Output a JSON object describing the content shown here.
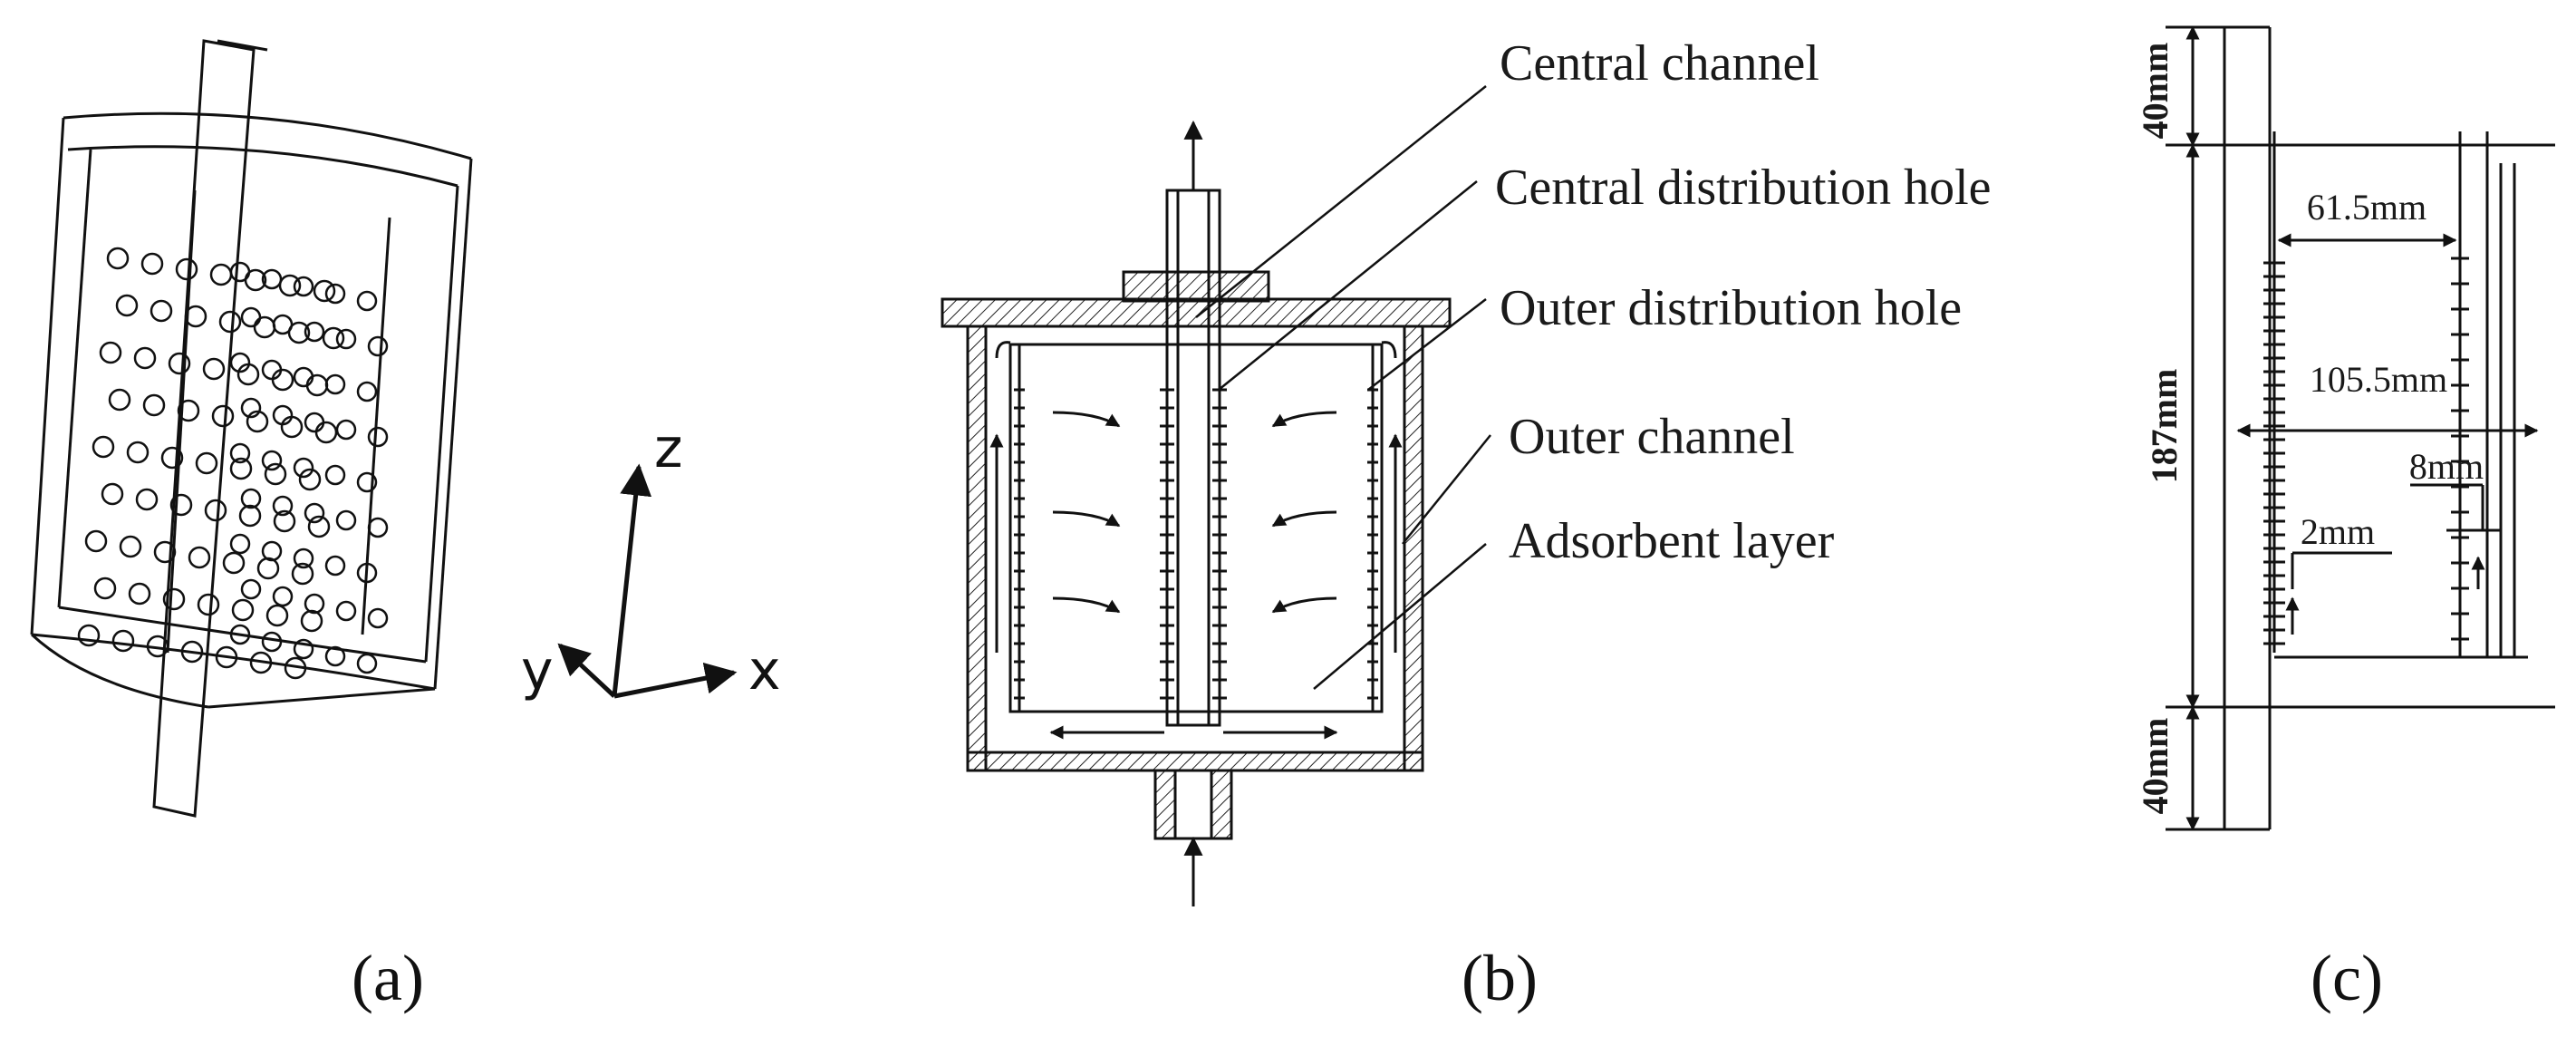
{
  "panels": {
    "a": {
      "label": "(a)",
      "axes": {
        "z": "z",
        "y": "y",
        "x": "x"
      }
    },
    "b": {
      "label": "(b)",
      "callouts": [
        "Central channel",
        "Central distribution hole",
        "Outer distribution hole",
        "Outer channel",
        "Adsorbent layer"
      ]
    },
    "c": {
      "label": "(c)",
      "dimensions": {
        "top_length": "40mm",
        "bottom_length": "40mm",
        "total_height": "187mm",
        "inner_width": "61.5mm",
        "outer_width": "105.5mm",
        "hole_pitch": "8mm",
        "hole_diameter": "2mm"
      }
    }
  }
}
